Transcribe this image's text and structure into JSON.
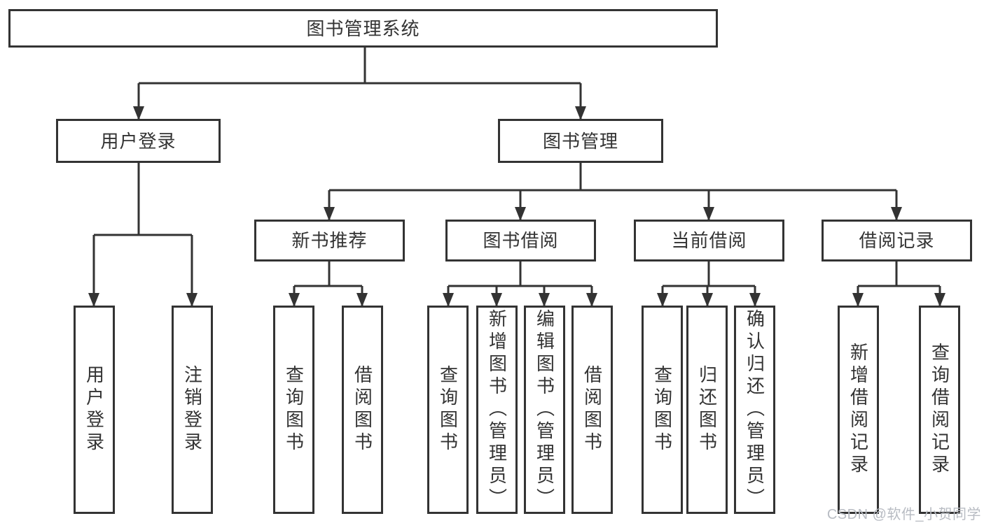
{
  "tree": {
    "root_label": "图书管理系统",
    "user_branch": {
      "label": "用户登录",
      "children": [
        {
          "label": "用户登录"
        },
        {
          "label": "注销登录"
        }
      ]
    },
    "book_branch": {
      "label": "图书管理",
      "sections": [
        {
          "label": "新书推荐",
          "children": [
            {
              "label": "查询图书"
            },
            {
              "label": "借阅图书"
            }
          ]
        },
        {
          "label": "图书借阅",
          "children": [
            {
              "label": "查询图书"
            },
            {
              "label": "新增图书（管理员）"
            },
            {
              "label": "编辑图书（管理员）"
            },
            {
              "label": "借阅图书"
            }
          ]
        },
        {
          "label": "当前借阅",
          "children": [
            {
              "label": "查询图书"
            },
            {
              "label": "归还图书"
            },
            {
              "label": "确认归还（管理员）"
            }
          ]
        },
        {
          "label": "借阅记录",
          "children": [
            {
              "label": "新增借阅记录"
            },
            {
              "label": "查询借阅记录"
            }
          ]
        }
      ]
    }
  },
  "watermark": {
    "text": "CSDN @软件_小贺同学"
  },
  "colors": {
    "line": "#333333",
    "border": "#333333",
    "fill": "#ffffff",
    "text": "#333333",
    "watermark": "#b8bcc3"
  }
}
